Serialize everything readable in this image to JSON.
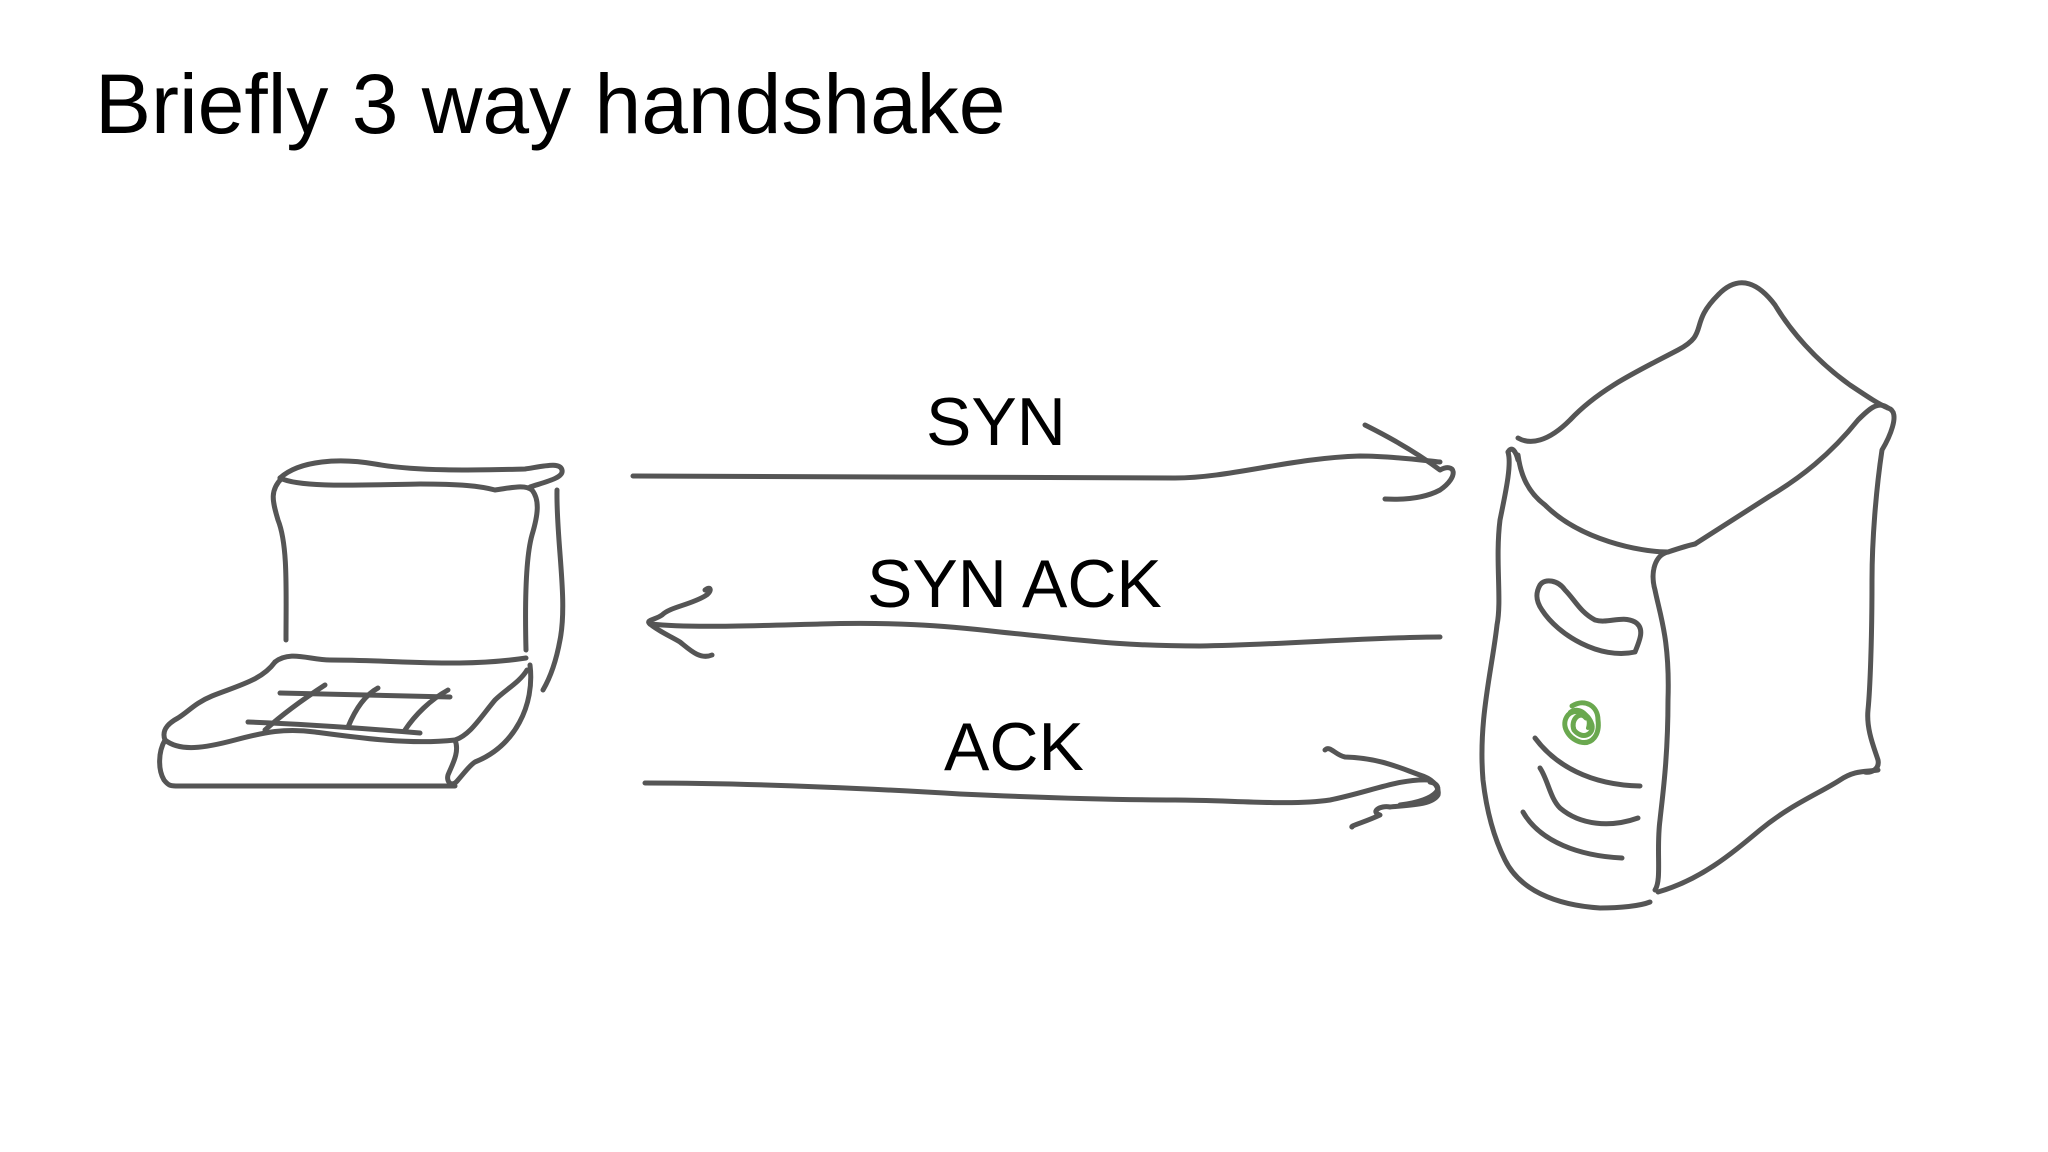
{
  "title": "Briefly 3 way handshake",
  "messages": [
    {
      "label": "SYN",
      "direction": "client-to-server"
    },
    {
      "label": "SYN ACK",
      "direction": "server-to-client"
    },
    {
      "label": "ACK",
      "direction": "client-to-server"
    }
  ],
  "colors": {
    "ink": "#555555",
    "server_led": "#6aa84f",
    "text": "#000000",
    "background": "#ffffff"
  },
  "icons": {
    "client": "laptop-icon",
    "server": "server-tower-icon"
  }
}
